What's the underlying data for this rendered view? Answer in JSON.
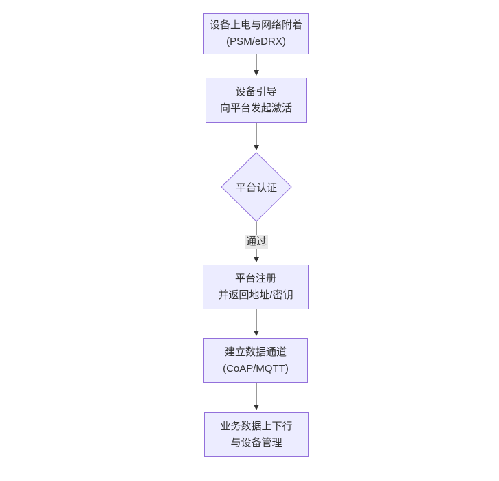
{
  "diagram": {
    "type": "flowchart",
    "direction": "top-down",
    "colors": {
      "node_fill": "#ECECFF",
      "node_border": "#9370DB",
      "edge_line": "#333333",
      "edge_label_bg": "#e8e8e8",
      "text": "#333333",
      "background": "#ffffff"
    },
    "nodes": [
      {
        "id": "power-attach",
        "shape": "rect",
        "line1": "设备上电与网络附着",
        "line2": "(PSM/eDRX)"
      },
      {
        "id": "bootstrap",
        "shape": "rect",
        "line1": "设备引导",
        "line2": "向平台发起激活"
      },
      {
        "id": "platform-auth",
        "shape": "diamond",
        "line1": "平台认证",
        "line2": ""
      },
      {
        "id": "platform-register",
        "shape": "rect",
        "line1": "平台注册",
        "line2": "并返回地址/密钥"
      },
      {
        "id": "data-channel",
        "shape": "rect",
        "line1": "建立数据通道",
        "line2": "(CoAP/MQTT)"
      },
      {
        "id": "business-data",
        "shape": "rect",
        "line1": "业务数据上下行",
        "line2": "与设备管理"
      }
    ],
    "edges": [
      {
        "from": "power-attach",
        "to": "bootstrap",
        "label": ""
      },
      {
        "from": "bootstrap",
        "to": "platform-auth",
        "label": ""
      },
      {
        "from": "platform-auth",
        "to": "platform-register",
        "label": "通过"
      },
      {
        "from": "platform-register",
        "to": "data-channel",
        "label": ""
      },
      {
        "from": "data-channel",
        "to": "business-data",
        "label": ""
      }
    ]
  }
}
